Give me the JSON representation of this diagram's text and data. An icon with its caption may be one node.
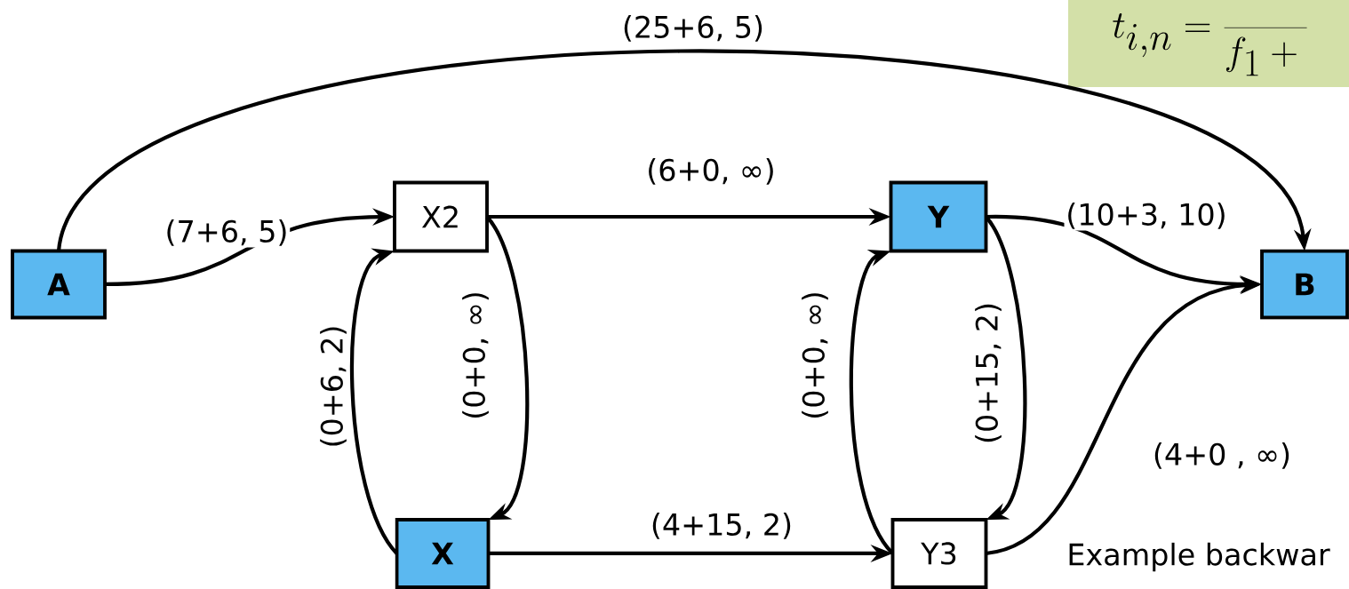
{
  "diagram": {
    "nodes": [
      {
        "text": [
          "A"
        ]
      },
      {
        "text": [
          "X2"
        ]
      },
      {
        "text": [
          "Y"
        ]
      },
      {
        "text": [
          "B"
        ]
      },
      {
        "text": [
          "X"
        ]
      },
      {
        "text": [
          "Y3"
        ]
      },
      {
        "text": [
          "t_{i,n} = \\frac{}{f_1 + {}}"
        ]
      }
    ],
    "edges": [
      {
        "from": 0,
        "to": 1,
        "arrow": "to",
        "label": "(7+6, 5)"
      },
      {
        "from": 0,
        "to": 3,
        "arrow": "to",
        "label": "(25+6, 5)"
      },
      {
        "from": 1,
        "to": 2,
        "arrow": "to",
        "label": "(6+0, ∞)"
      },
      {
        "from": 2,
        "to": 3,
        "arrow": "to",
        "label": "(10+3, 10)"
      },
      {
        "from": 4,
        "to": 1,
        "arrow": "to",
        "label": "(0+6, 2)"
      },
      {
        "from": 1,
        "to": 4,
        "arrow": "to",
        "label": "(0+0, ∞)"
      },
      {
        "from": 4,
        "to": 5,
        "arrow": "to",
        "label": "(4+15, 2)"
      },
      {
        "from": 5,
        "to": 2,
        "arrow": "to",
        "label": "(0+0, ∞)"
      },
      {
        "from": 2,
        "to": 5,
        "arrow": "to",
        "label": "(0+15, 2)"
      },
      {
        "from": 5,
        "to": 3,
        "arrow": "to",
        "label": "(4+0 , ∞)"
      }
    ],
    "labels": [
      "Example backwar"
    ]
  }
}
